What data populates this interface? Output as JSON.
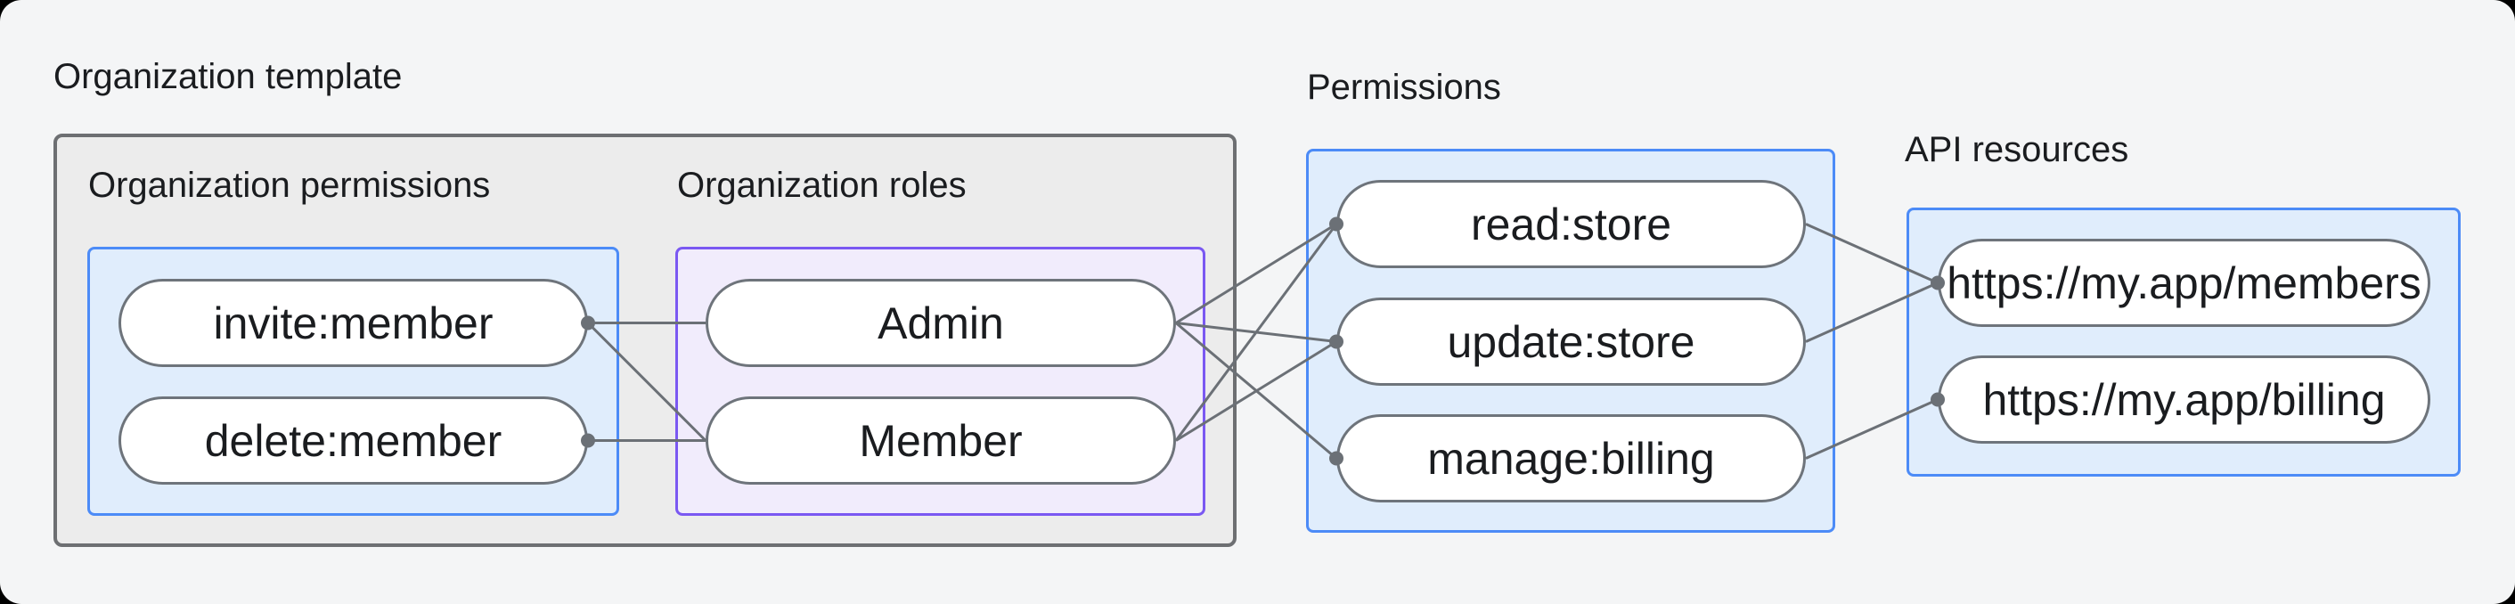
{
  "titles": {
    "organization_template": "Organization template",
    "org_permissions": "Organization permissions",
    "org_roles": "Organization roles",
    "permissions": "Permissions",
    "api_resources": "API resources"
  },
  "nodes": {
    "org_permissions": [
      {
        "id": "invite",
        "label": "invite:member"
      },
      {
        "id": "delete",
        "label": "delete:member"
      }
    ],
    "org_roles": [
      {
        "id": "admin",
        "label": "Admin"
      },
      {
        "id": "member",
        "label": "Member"
      }
    ],
    "permissions": [
      {
        "id": "read",
        "label": "read:store"
      },
      {
        "id": "update",
        "label": "update:store"
      },
      {
        "id": "manage",
        "label": "manage:billing"
      }
    ],
    "api_resources": [
      {
        "id": "members",
        "label": "https://my.app/members"
      },
      {
        "id": "billing",
        "label": "https://my.app/billing"
      }
    ]
  },
  "edges": [
    {
      "from": "invite",
      "to": "admin"
    },
    {
      "from": "invite",
      "to": "member"
    },
    {
      "from": "delete",
      "to": "member"
    },
    {
      "from": "admin",
      "to": "read"
    },
    {
      "from": "admin",
      "to": "update"
    },
    {
      "from": "admin",
      "to": "manage"
    },
    {
      "from": "member",
      "to": "read"
    },
    {
      "from": "member",
      "to": "update"
    },
    {
      "from": "read",
      "to": "members"
    },
    {
      "from": "update",
      "to": "members"
    },
    {
      "from": "manage",
      "to": "billing"
    }
  ],
  "dots": [
    {
      "node": "invite",
      "side": "right"
    },
    {
      "node": "delete",
      "side": "right"
    },
    {
      "node": "read",
      "side": "left"
    },
    {
      "node": "update",
      "side": "left"
    },
    {
      "node": "manage",
      "side": "left"
    },
    {
      "node": "members",
      "side": "left"
    },
    {
      "node": "billing",
      "side": "left"
    }
  ],
  "colors": {
    "canvas_bg": "#f4f5f6",
    "outside_bg": "#000000",
    "outer_box_fill": "#ececec",
    "outer_box_border": "#6d6f72",
    "blue_box_fill": "#e0edfc",
    "blue_box_border": "#4c8bf7",
    "purple_box_fill": "#f1ecfc",
    "purple_box_border": "#7a58f2",
    "pill_fill": "#ffffff",
    "pill_border": "#6e747b",
    "line": "#6b7076",
    "dot": "#6b7076",
    "text": "#1a1c1f"
  }
}
